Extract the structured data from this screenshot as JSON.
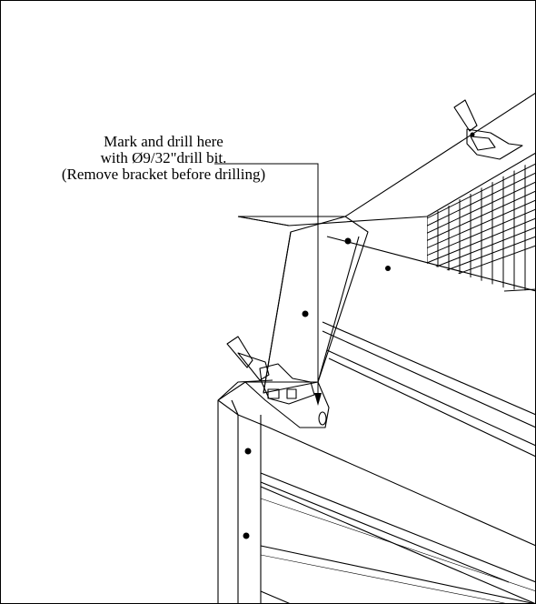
{
  "diagram": {
    "callout_lines": [
      "Mark and drill here",
      "with Ø9/32\"drill bit.",
      "(Remove bracket before drilling)"
    ]
  }
}
